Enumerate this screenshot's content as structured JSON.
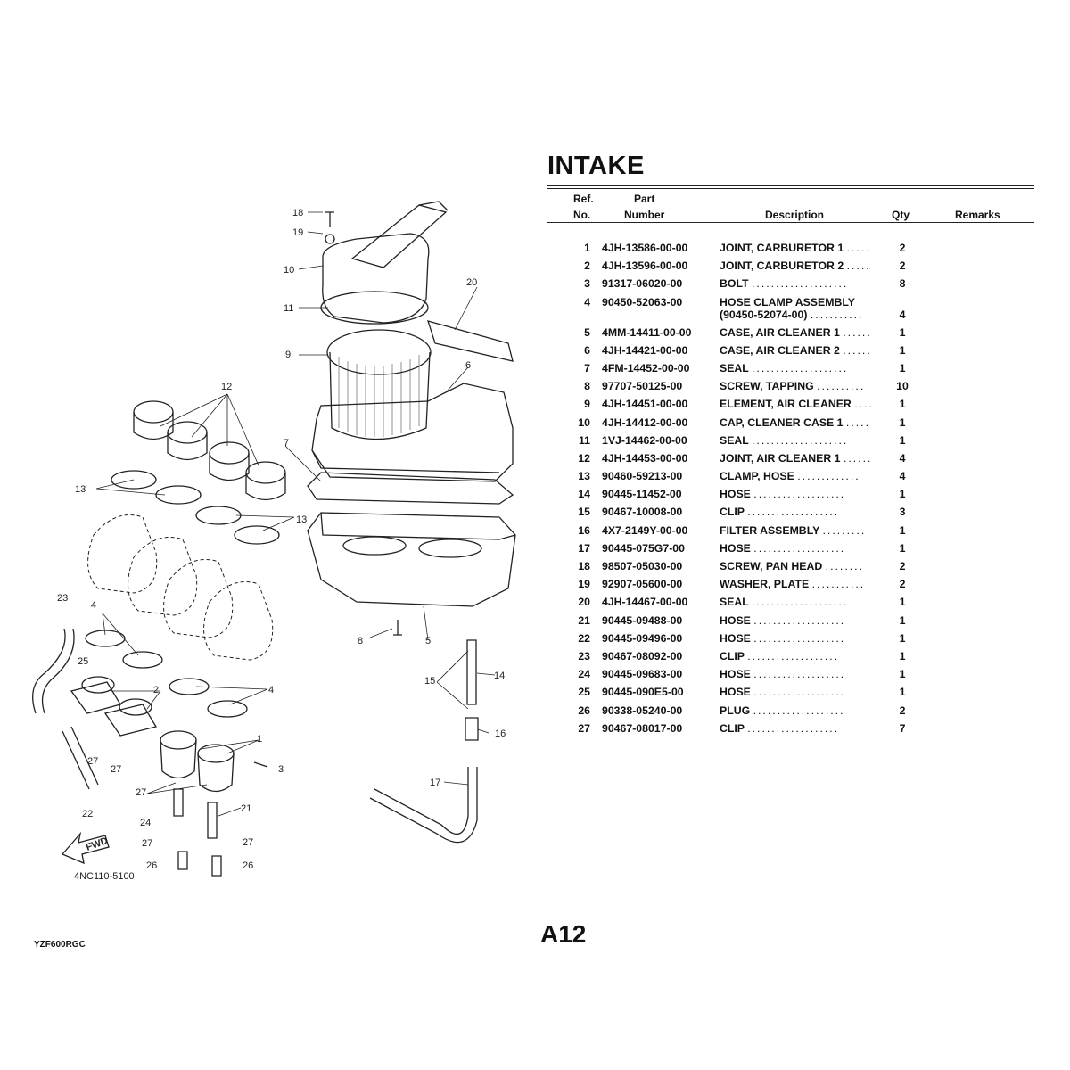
{
  "title": "INTAKE",
  "table": {
    "headers": {
      "ref_top": "Ref.",
      "ref_bottom": "No.",
      "part_top": "Part",
      "part_bottom": "Number",
      "description": "Description",
      "qty": "Qty",
      "remarks": "Remarks"
    },
    "rows": [
      {
        "ref": "1",
        "part": "4JH-13586-00-00",
        "desc": "JOINT, CARBURETOR 1",
        "dots": ".....",
        "qty": "2"
      },
      {
        "ref": "2",
        "part": "4JH-13596-00-00",
        "desc": "JOINT, CARBURETOR 2",
        "dots": ".....",
        "qty": "2"
      },
      {
        "ref": "3",
        "part": "91317-06020-00",
        "desc": "BOLT",
        "dots": "....................",
        "qty": "8"
      },
      {
        "ref": "4",
        "part": "90450-52063-00",
        "desc": "HOSE CLAMP ASSEMBLY",
        "desc2": "(90450-52074-00)",
        "dots": "...........",
        "qty": "4"
      },
      {
        "ref": "5",
        "part": "4MM-14411-00-00",
        "desc": "CASE, AIR CLEANER 1",
        "dots": "......",
        "qty": "1"
      },
      {
        "ref": "6",
        "part": "4JH-14421-00-00",
        "desc": "CASE, AIR CLEANER 2",
        "dots": "......",
        "qty": "1"
      },
      {
        "ref": "7",
        "part": "4FM-14452-00-00",
        "desc": "SEAL",
        "dots": "....................",
        "qty": "1"
      },
      {
        "ref": "8",
        "part": "97707-50125-00",
        "desc": "SCREW, TAPPING",
        "dots": "..........",
        "qty": "10"
      },
      {
        "ref": "9",
        "part": "4JH-14451-00-00",
        "desc": "ELEMENT, AIR CLEANER",
        "dots": "....",
        "qty": "1"
      },
      {
        "ref": "10",
        "part": "4JH-14412-00-00",
        "desc": "CAP, CLEANER CASE 1",
        "dots": ".....",
        "qty": "1"
      },
      {
        "ref": "11",
        "part": "1VJ-14462-00-00",
        "desc": "SEAL",
        "dots": "....................",
        "qty": "1"
      },
      {
        "ref": "12",
        "part": "4JH-14453-00-00",
        "desc": "JOINT, AIR CLEANER 1",
        "dots": "......",
        "qty": "4"
      },
      {
        "ref": "13",
        "part": "90460-59213-00",
        "desc": "CLAMP, HOSE",
        "dots": ".............",
        "qty": "4"
      },
      {
        "ref": "14",
        "part": "90445-11452-00",
        "desc": "HOSE",
        "dots": "...................",
        "qty": "1"
      },
      {
        "ref": "15",
        "part": "90467-10008-00",
        "desc": "CLIP",
        "dots": "...................",
        "qty": "3"
      },
      {
        "ref": "16",
        "part": "4X7-2149Y-00-00",
        "desc": "FILTER ASSEMBLY",
        "dots": ".........",
        "qty": "1"
      },
      {
        "ref": "17",
        "part": "90445-075G7-00",
        "desc": "HOSE",
        "dots": "...................",
        "qty": "1"
      },
      {
        "ref": "18",
        "part": "98507-05030-00",
        "desc": "SCREW, PAN HEAD",
        "dots": "........",
        "qty": "2"
      },
      {
        "ref": "19",
        "part": "92907-05600-00",
        "desc": "WASHER, PLATE",
        "dots": "...........",
        "qty": "2"
      },
      {
        "ref": "20",
        "part": "4JH-14467-00-00",
        "desc": "SEAL",
        "dots": "....................",
        "qty": "1"
      },
      {
        "ref": "21",
        "part": "90445-09488-00",
        "desc": "HOSE",
        "dots": "...................",
        "qty": "1"
      },
      {
        "ref": "22",
        "part": "90445-09496-00",
        "desc": "HOSE",
        "dots": "...................",
        "qty": "1"
      },
      {
        "ref": "23",
        "part": "90467-08092-00",
        "desc": "CLIP",
        "dots": "...................",
        "qty": "1"
      },
      {
        "ref": "24",
        "part": "90445-09683-00",
        "desc": "HOSE",
        "dots": "...................",
        "qty": "1"
      },
      {
        "ref": "25",
        "part": "90445-090E5-00",
        "desc": "HOSE",
        "dots": "...................",
        "qty": "1"
      },
      {
        "ref": "26",
        "part": "90338-05240-00",
        "desc": "PLUG",
        "dots": "...................",
        "qty": "2"
      },
      {
        "ref": "27",
        "part": "90467-08017-00",
        "desc": "CLIP",
        "dots": "...................",
        "qty": "7"
      }
    ]
  },
  "diagram": {
    "code": "4NC110-5100",
    "fwd_label": "FWD",
    "callouts": [
      "18",
      "19",
      "10",
      "11",
      "9",
      "20",
      "6",
      "12",
      "7",
      "13",
      "13",
      "23",
      "4",
      "25",
      "2",
      "4",
      "8",
      "5",
      "14",
      "15",
      "16",
      "1",
      "27",
      "27",
      "3",
      "27",
      "21",
      "17",
      "22",
      "24",
      "27",
      "27",
      "26",
      "26"
    ]
  },
  "footer": {
    "model": "YZF600RGC",
    "page": "A12"
  }
}
